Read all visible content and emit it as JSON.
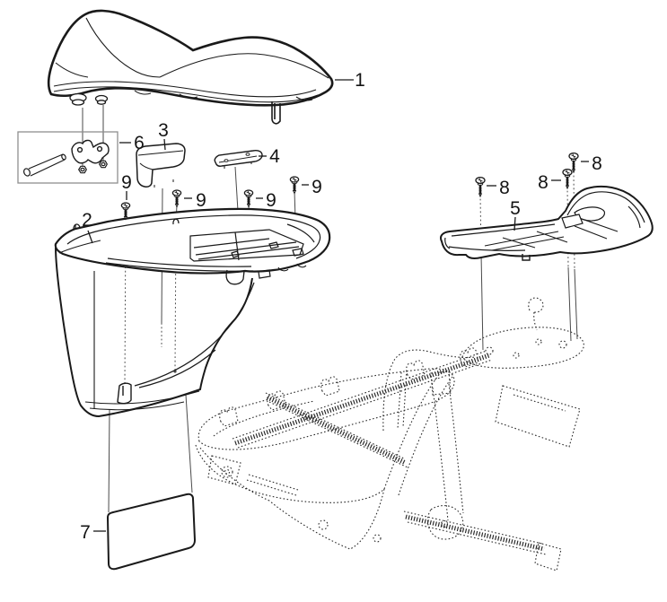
{
  "figure": {
    "type": "exploded-parts-diagram",
    "background_color": "#ffffff",
    "line_color": "#1a1a1a",
    "reference_box_color": "#8f8f8f",
    "callouts": [
      {
        "label": "1",
        "part": "seat"
      },
      {
        "label": "2",
        "part": "luggage-box"
      },
      {
        "label": "3",
        "part": "rubber-flap"
      },
      {
        "label": "4",
        "part": "bracket-strip"
      },
      {
        "label": "5",
        "part": "rear-carrier"
      },
      {
        "label": "6",
        "part": "seat-hinge-kit"
      },
      {
        "label": "7",
        "part": "box-mat"
      },
      {
        "label": "8",
        "part": "carrier-bolt-left"
      },
      {
        "label": "8",
        "part": "carrier-bolt-middle"
      },
      {
        "label": "8",
        "part": "carrier-bolt-right"
      },
      {
        "label": "9",
        "part": "box-screw-1"
      },
      {
        "label": "9",
        "part": "box-screw-2"
      },
      {
        "label": "9",
        "part": "box-screw-3"
      },
      {
        "label": "9",
        "part": "box-screw-4"
      }
    ]
  }
}
